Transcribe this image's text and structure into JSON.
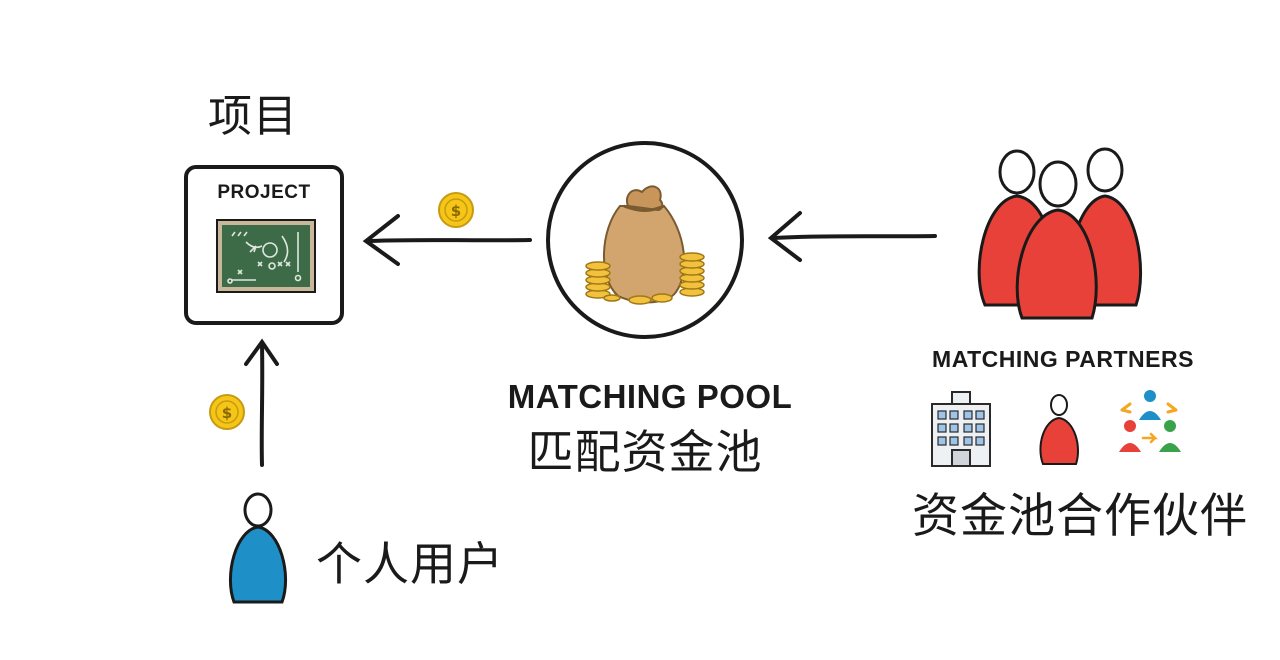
{
  "project": {
    "title": "项目",
    "box_label": "PROJECT"
  },
  "pool": {
    "label_en": "MATCHING POOL",
    "label_cn": "匹配资金池"
  },
  "partners": {
    "label_en": "MATCHING PARTNERS",
    "label_cn": "资金池合作伙伴"
  },
  "user": {
    "label_cn": "个人用户"
  },
  "colors": {
    "ink": "#1a1a1a",
    "coin": "#f5c518",
    "partner_red": "#e8413a",
    "user_blue": "#1f8fc7",
    "chalkboard": "#3d6b47",
    "bag": "#d2a56e"
  },
  "icons": [
    "dollar-coin-icon",
    "money-bag-icon",
    "chalkboard-icon",
    "building-icon",
    "person-icon",
    "people-exchange-icon",
    "group-icon"
  ]
}
